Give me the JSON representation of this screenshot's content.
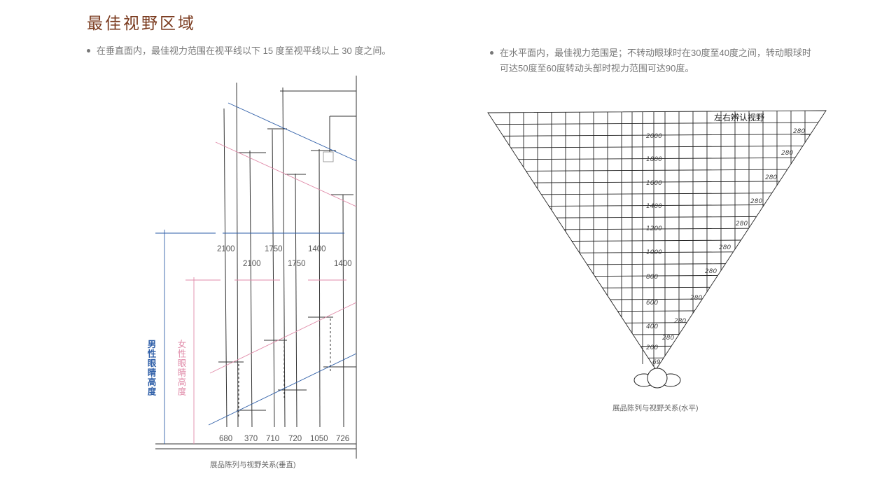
{
  "title": "最佳视野区域",
  "bullets": {
    "left": "在垂直面内，最佳视力范围在视平线以下 15 度至视平线以上 30 度之间。",
    "right": "在水平面内，最佳视力范围是；不转动眼球时在30度至40度之间，转动眼球时可达50度至60度转动头部时视力范围可达90度。"
  },
  "vertical_diagram": {
    "top_labels_row1": [
      "2100",
      "1750",
      "1400"
    ],
    "top_labels_row2": [
      "2100",
      "1750",
      "1400"
    ],
    "bottom_labels": [
      "680",
      "370",
      "710",
      "720",
      "1050",
      "726"
    ],
    "male_label": "男性眼睛高度",
    "female_label": "女性眼睛高度",
    "caption": "展品陈列与视野关系(垂直)",
    "colors": {
      "male": "#2f5fa8",
      "female": "#e08aa8",
      "line": "#333333"
    }
  },
  "horizontal_diagram": {
    "header": "左右辨认视野",
    "depth_labels": [
      "2000",
      "1800",
      "1600",
      "1400",
      "1200",
      "1000",
      "800",
      "600",
      "400",
      "200",
      "69"
    ],
    "width_labels": [
      "280",
      "280",
      "280",
      "280",
      "280",
      "280",
      "280",
      "280",
      "280",
      "280"
    ],
    "caption": "展品陈列与视野关系(水平)"
  }
}
